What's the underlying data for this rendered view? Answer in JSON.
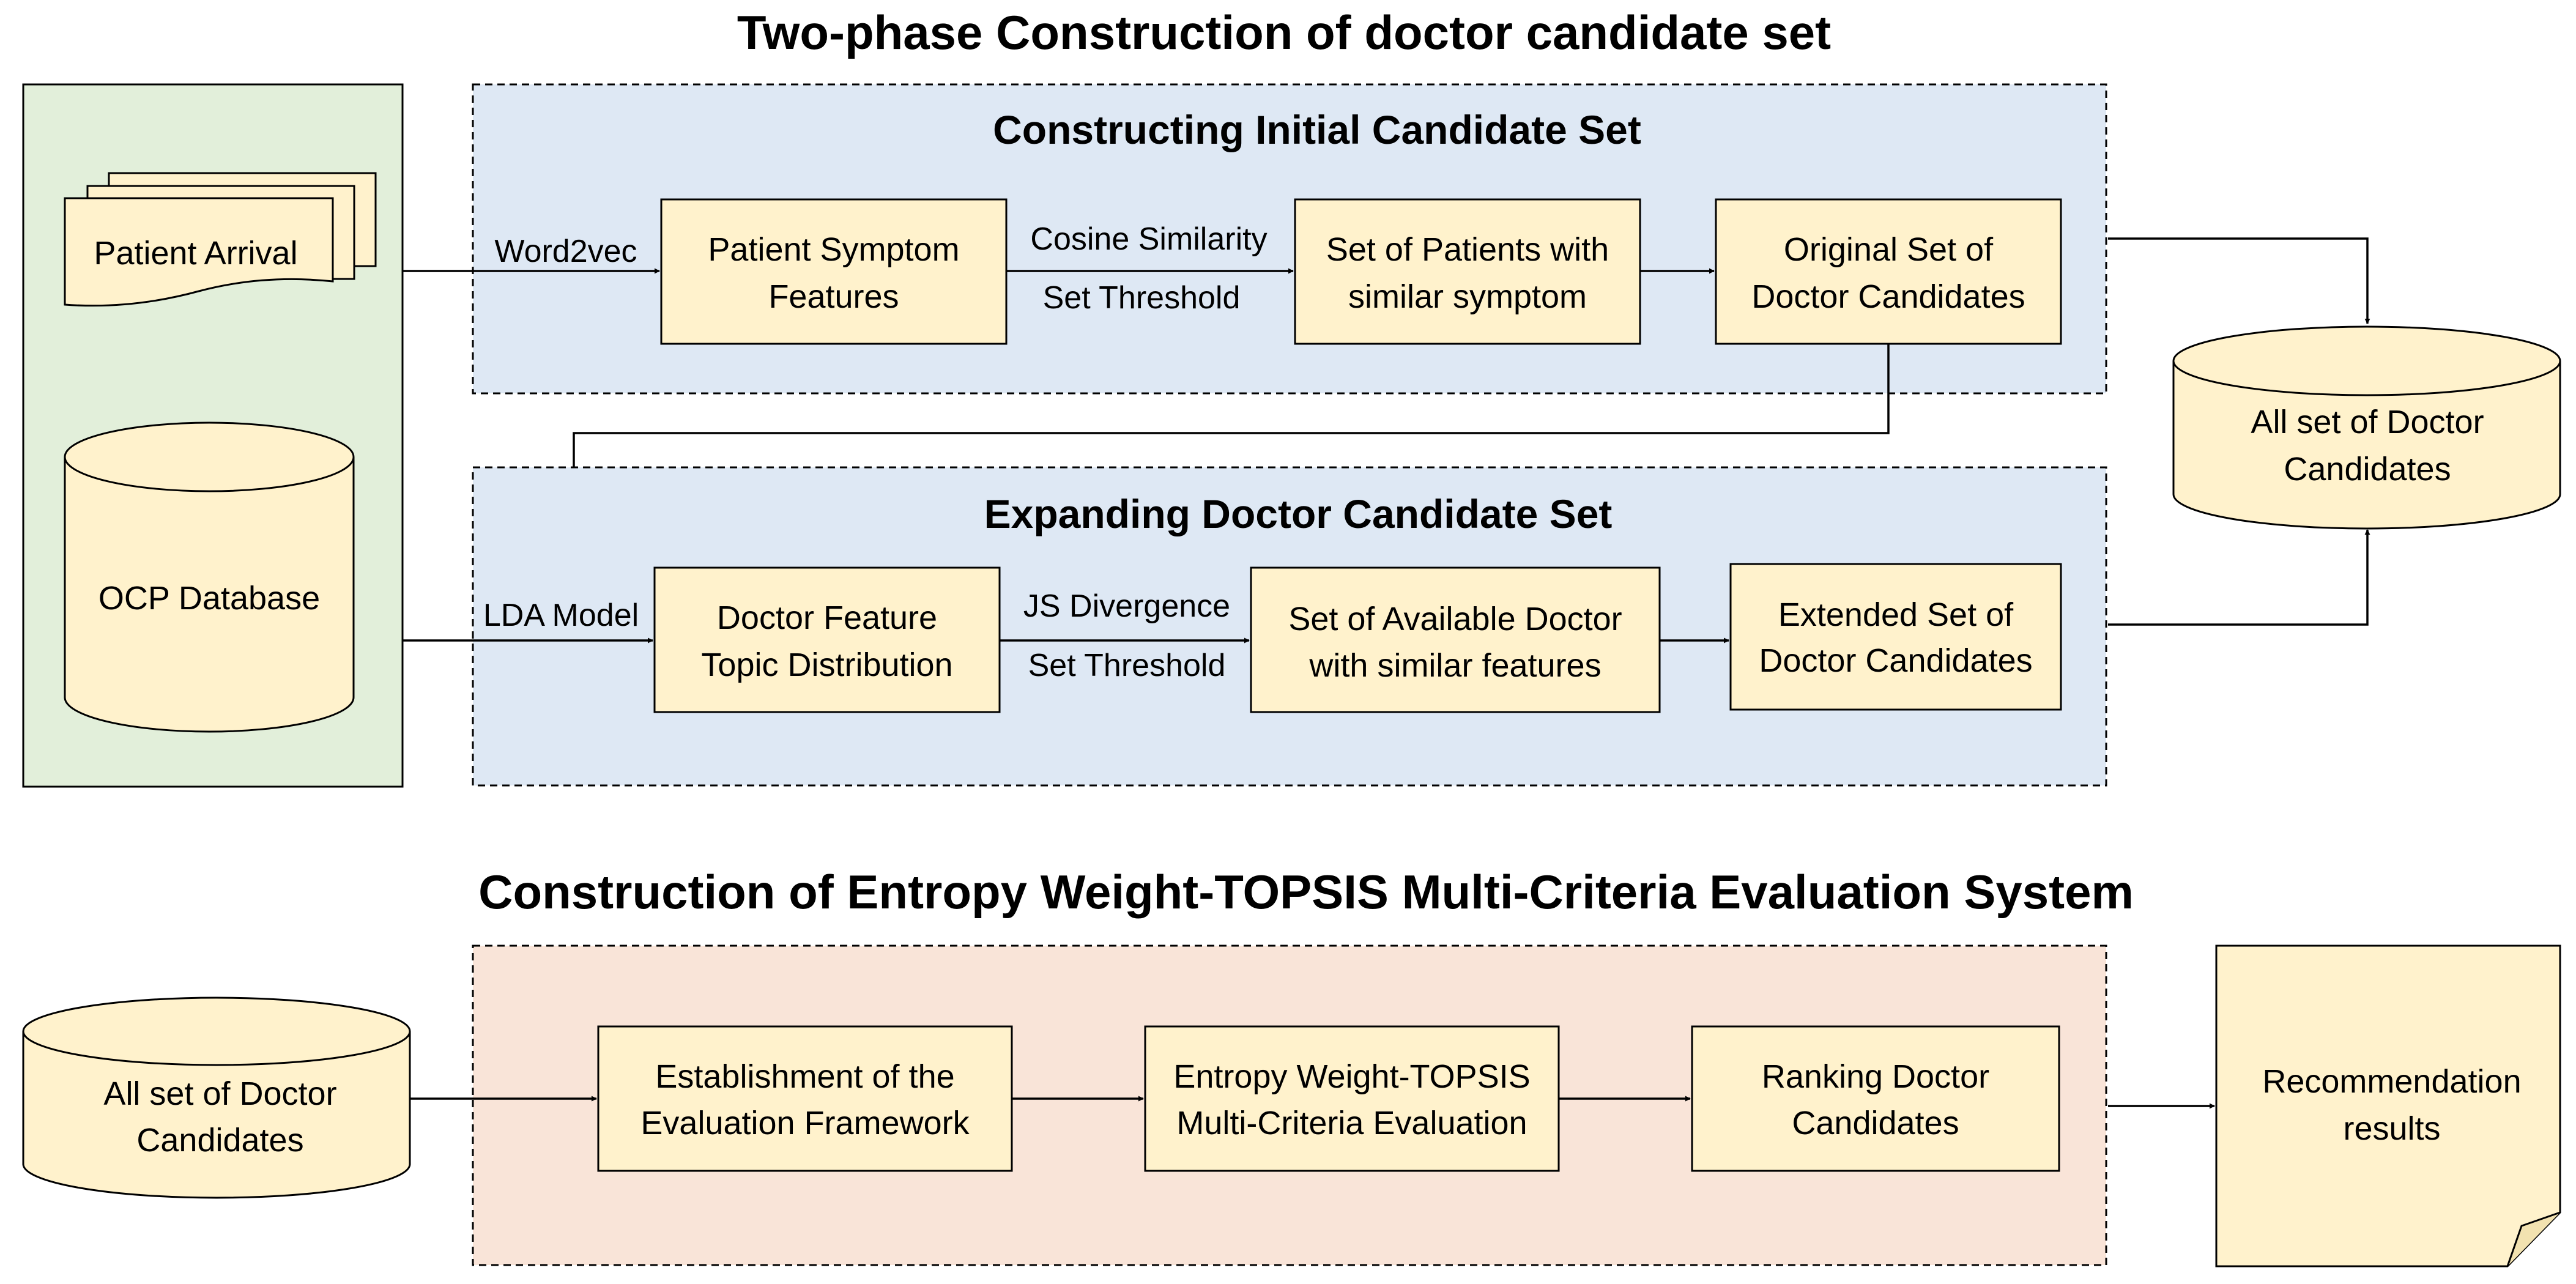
{
  "colors": {
    "box_fill": "#fff2cc",
    "phase_fill": "#dee8f4",
    "side_fill": "#e2efda",
    "evaluation_fill": "#f9e4d8",
    "line": "#000000"
  },
  "top": {
    "title": "Two-phase Construction of doctor candidate set",
    "inputs": {
      "patient_arrival": "Patient  Arrival",
      "ocp_database": "OCP Database"
    },
    "phase1": {
      "title": "Constructing Initial Candidate Set",
      "edge_word2vec": "Word2vec",
      "box1": [
        "Patient Symptom",
        "Features"
      ],
      "edge_cosine": [
        "Cosine Similarity",
        "Set Threshold"
      ],
      "box2": [
        "Set of Patients with",
        "similar symptom"
      ],
      "box3": [
        "Original Set  of",
        "Doctor Candidates"
      ]
    },
    "phase2": {
      "title": "Expanding Doctor Candidate Set",
      "edge_lda": "LDA Model",
      "box1": [
        "Doctor Feature",
        "Topic Distribution"
      ],
      "edge_js": [
        "JS Divergence",
        "Set Threshold"
      ],
      "box2": [
        "Set of Available Doctor",
        "with similar features"
      ],
      "box3": [
        "Extended Set of",
        "Doctor Candidates"
      ]
    },
    "output": [
      "All set of Doctor",
      "Candidates"
    ]
  },
  "bottom": {
    "title": "Construction of Entropy Weight-TOPSIS Multi-Criteria Evaluation System",
    "input": [
      "All set of Doctor",
      "Candidates"
    ],
    "box1": [
      "Establishment of the",
      "Evaluation Framework"
    ],
    "box2": [
      "Entropy Weight-TOPSIS",
      "Multi-Criteria Evaluation"
    ],
    "box3": [
      "Ranking Doctor",
      "Candidates"
    ],
    "output": [
      "Recommendation",
      "results"
    ]
  }
}
